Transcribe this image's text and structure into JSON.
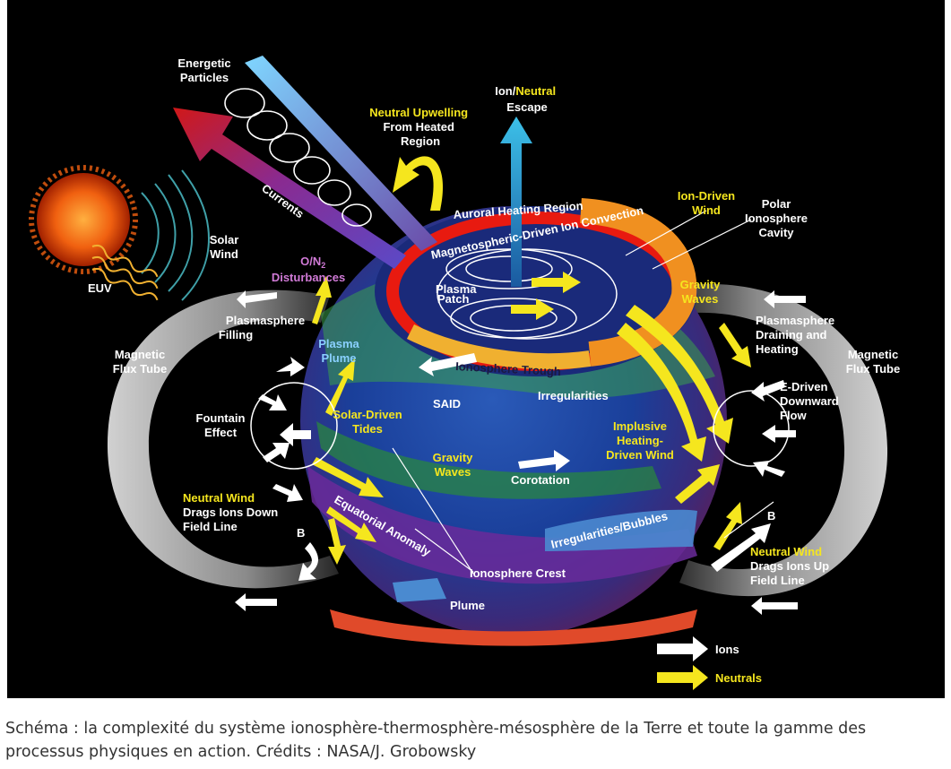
{
  "labels": {
    "energetic_particles": [
      "Energetic",
      "Particles"
    ],
    "currents": "Currents",
    "solar_wind": [
      "Solar",
      "Wind"
    ],
    "euv": "EUV",
    "magnetic_flux_tube_left": [
      "Magnetic",
      "Flux Tube"
    ],
    "magnetic_flux_tube_right": [
      "Magnetic",
      "Flux Tube"
    ],
    "neutral_upwelling": [
      "Neutral Upwelling",
      "From Heated",
      "Region"
    ],
    "ion_escape": [
      "Ion/",
      "Neutral",
      "Escape"
    ],
    "auroral_heating": "Auroral Heating Region",
    "mag_convection": "Magnetospheric-Driven Ion Convection",
    "ion_driven_wind": [
      "Ion-Driven",
      "Wind"
    ],
    "polar_cavity": [
      "Polar",
      "Ionosphere",
      "Cavity"
    ],
    "o_n2_main": "O/N",
    "o_n2_sub": "2",
    "o_n2_disturbances": "Disturbances",
    "plasma_patch": [
      "Plasma",
      "Patch"
    ],
    "gravity_waves_top": [
      "Gravity",
      "Waves"
    ],
    "plasmasphere_filling": [
      "Plasmasphere",
      "Filling"
    ],
    "plasmasphere_draining": [
      "Plasmasphere",
      "Draining and",
      "Heating"
    ],
    "plasma_plume": [
      "Plasma",
      "Plume"
    ],
    "ionosphere_trough": "Ionosphere Trough",
    "said": "SAID",
    "irregularities": "Irregularities",
    "fountain_effect": [
      "Fountain",
      "Effect"
    ],
    "solar_driven_tides": [
      "Solar-Driven",
      "Tides"
    ],
    "e_driven_downward": [
      "E-Driven",
      "Downward",
      "Flow"
    ],
    "implusive_heating": [
      "Implusive",
      "Heating-",
      "Driven Wind"
    ],
    "gravity_waves_mid": [
      "Gravity",
      "Waves"
    ],
    "corotation": "Corotation",
    "neutral_wind_left": [
      "Neutral Wind",
      "Drags Ions Down",
      "Field Line"
    ],
    "b_left": "B",
    "equatorial_anomaly": "Equatorial Anomaly",
    "irregularities_bubbles": "Irregularities/Bubbles",
    "b_right": "B",
    "neutral_wind_right": [
      "Neutral Wind",
      "Drags Ions Up",
      "Field Line"
    ],
    "ionosphere_crest": "Ionosphere Crest",
    "plume": "Plume"
  },
  "legend": {
    "ions": "Ions",
    "neutrals": "Neutrals"
  },
  "colors": {
    "background": "#000000",
    "ion_arrow": "#ffffff",
    "neutral_arrow": "#f5e61e",
    "label_white": "#ffffff",
    "label_yellow": "#f5e61e",
    "label_magenta": "#d07ad6"
  },
  "caption": "Schéma : la complexité du système ionosphère-thermosphère-mésosphère de la Terre et toute la gamme des processus physiques en action. Crédits : NASA/J. Grobowsky"
}
